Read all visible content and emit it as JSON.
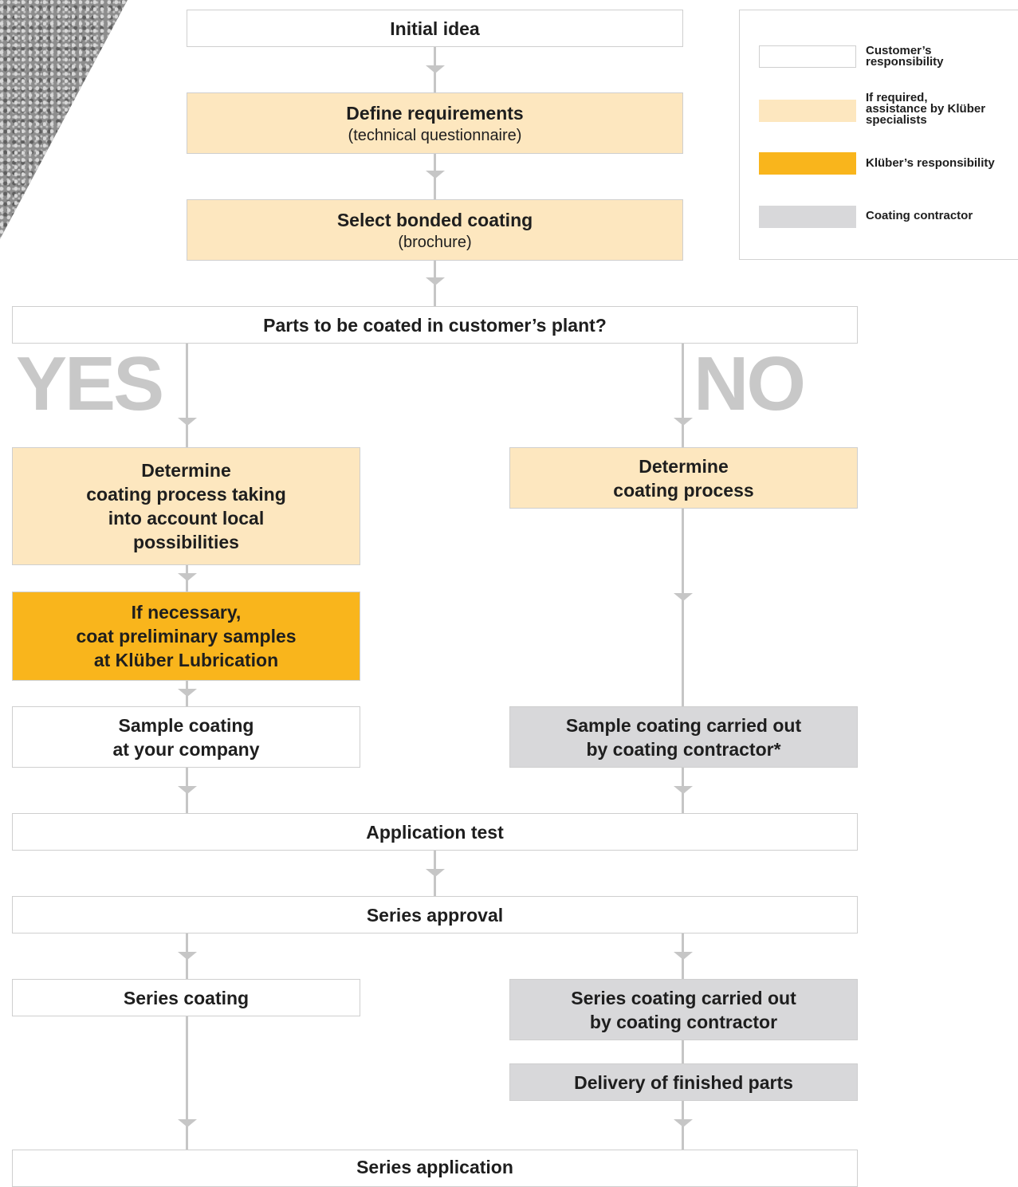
{
  "steps": {
    "initial_idea": "Initial idea",
    "define_requirements": "Define requirements",
    "define_requirements_note": "(technical questionnaire)",
    "select_coating": "Select bonded coating",
    "select_coating_note": "(brochure)",
    "parts_question": "Parts to be coated in customer’s plant?",
    "yes_label": "YES",
    "no_label": "NO",
    "determine_local": "Determine\ncoating process taking\ninto account local\npossibilities",
    "determine_process": "Determine\ncoating process",
    "preliminary_samples": "If necessary,\ncoat preliminary samples\nat Klüber Lubrication",
    "sample_coating_company": "Sample coating\nat your company",
    "sample_coating_contractor": "Sample coating carried out\nby coating contractor*",
    "application_test": "Application test",
    "series_approval": "Series approval",
    "series_coating": "Series coating",
    "series_coating_contractor": "Series coating carried out\nby coating contractor",
    "delivery": "Delivery of finished parts",
    "series_application": "Series application"
  },
  "legend": {
    "customer": "Customer’s\nresponsibility",
    "assistance": "If required,\nassistance by Klüber\nspecialists",
    "kluber": "Klüber’s responsibility",
    "contractor": "Coating contractor"
  },
  "colors": {
    "customer": "#ffffff",
    "assistance": "#fde7bf",
    "kluber": "#f9b51c",
    "contractor": "#d8d8da",
    "connector": "#c6c6c6"
  }
}
